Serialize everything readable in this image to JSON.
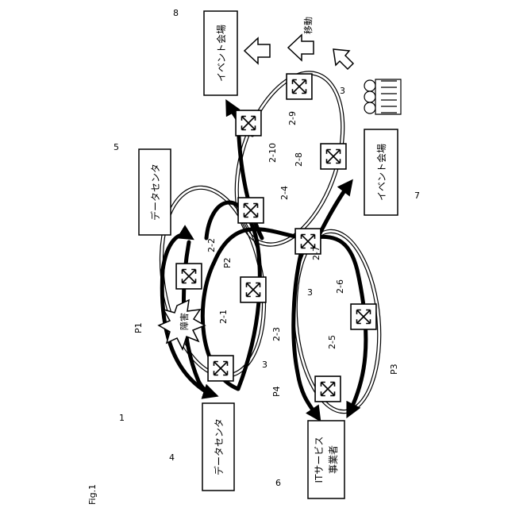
{
  "figure_label": "Fig.1",
  "system_ref": "1",
  "nodes": {
    "dc4": {
      "ref": "4",
      "label": "データセンタ"
    },
    "dc5": {
      "ref": "5",
      "label": "データセンタ"
    },
    "it6": {
      "ref": "6",
      "label_1": "ITサービス",
      "label_2": "事業者"
    },
    "ev7": {
      "ref": "7",
      "label": "イベント会場"
    },
    "ev8": {
      "ref": "8",
      "label": "イベント会場"
    }
  },
  "switches": [
    "2-1",
    "2-2",
    "2-3",
    "2-4",
    "2-5",
    "2-6",
    "2-7",
    "2-8",
    "2-9",
    "2-10"
  ],
  "ring_label": "3",
  "paths": [
    "P1",
    "P2",
    "P3",
    "P4"
  ],
  "failure_label": "障害",
  "move_label": "移動"
}
